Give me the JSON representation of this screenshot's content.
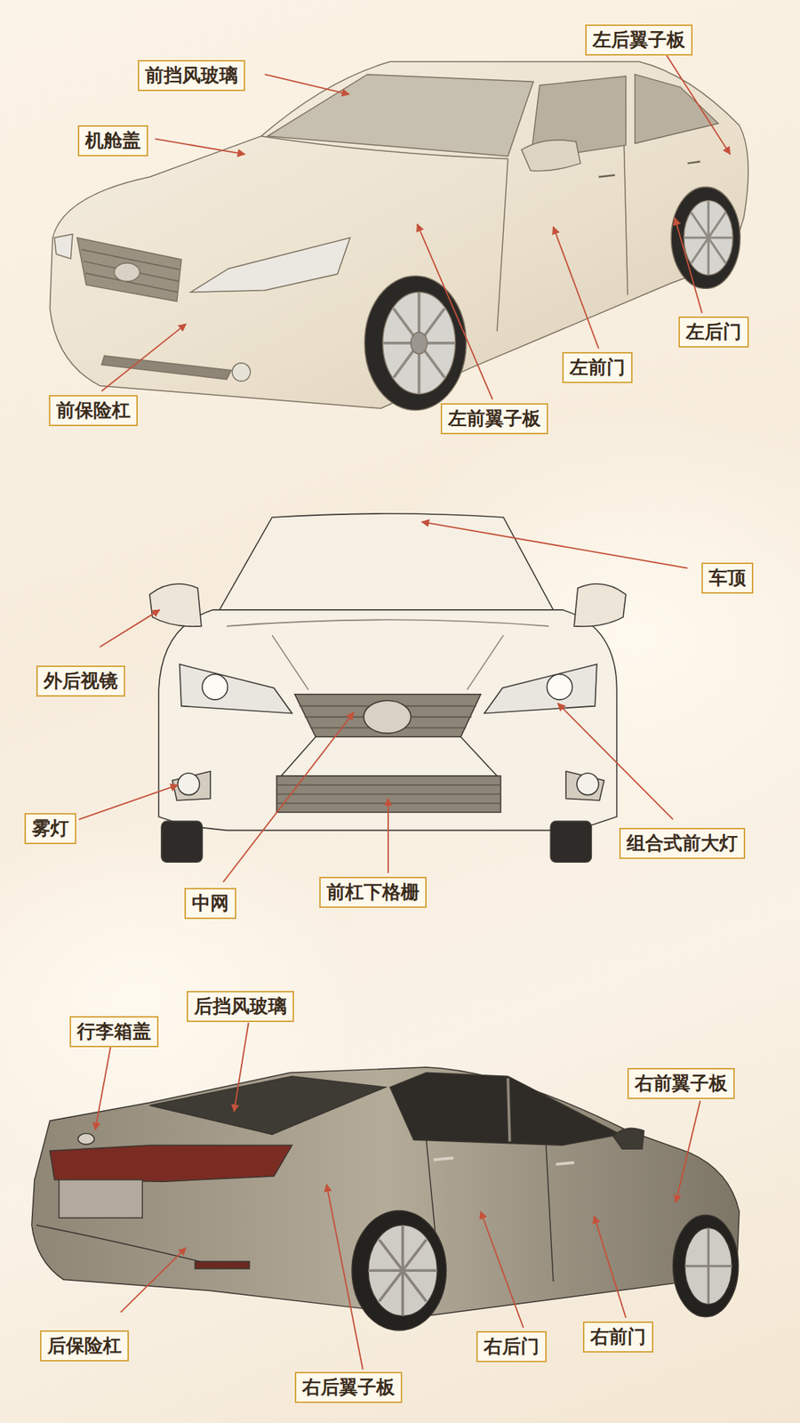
{
  "diagram": {
    "nodes": [
      {
        "text": [
          "左后翼子板"
        ]
      },
      {
        "text": [
          "前挡风玻璃"
        ]
      },
      {
        "text": [
          "机舱盖"
        ]
      },
      {
        "text": [
          "左后门"
        ]
      },
      {
        "text": [
          "左前门"
        ]
      },
      {
        "text": [
          "前保险杠"
        ]
      },
      {
        "text": [
          "左前翼子板"
        ]
      },
      {
        "text": [
          "车顶"
        ]
      },
      {
        "text": [
          "外后视镜"
        ]
      },
      {
        "text": [
          "雾灯"
        ]
      },
      {
        "text": [
          "组合式前大灯"
        ]
      },
      {
        "text": [
          "中网"
        ]
      },
      {
        "text": [
          "前杠下格栅"
        ]
      },
      {
        "text": [
          "行李箱盖"
        ]
      },
      {
        "text": [
          "后挡风玻璃"
        ]
      },
      {
        "text": [
          "右前翼子板"
        ]
      },
      {
        "text": [
          "后保险杠"
        ]
      },
      {
        "text": [
          "右后门"
        ]
      },
      {
        "text": [
          "右前门"
        ]
      },
      {
        "text": [
          "右后翼子板"
        ]
      }
    ]
  }
}
